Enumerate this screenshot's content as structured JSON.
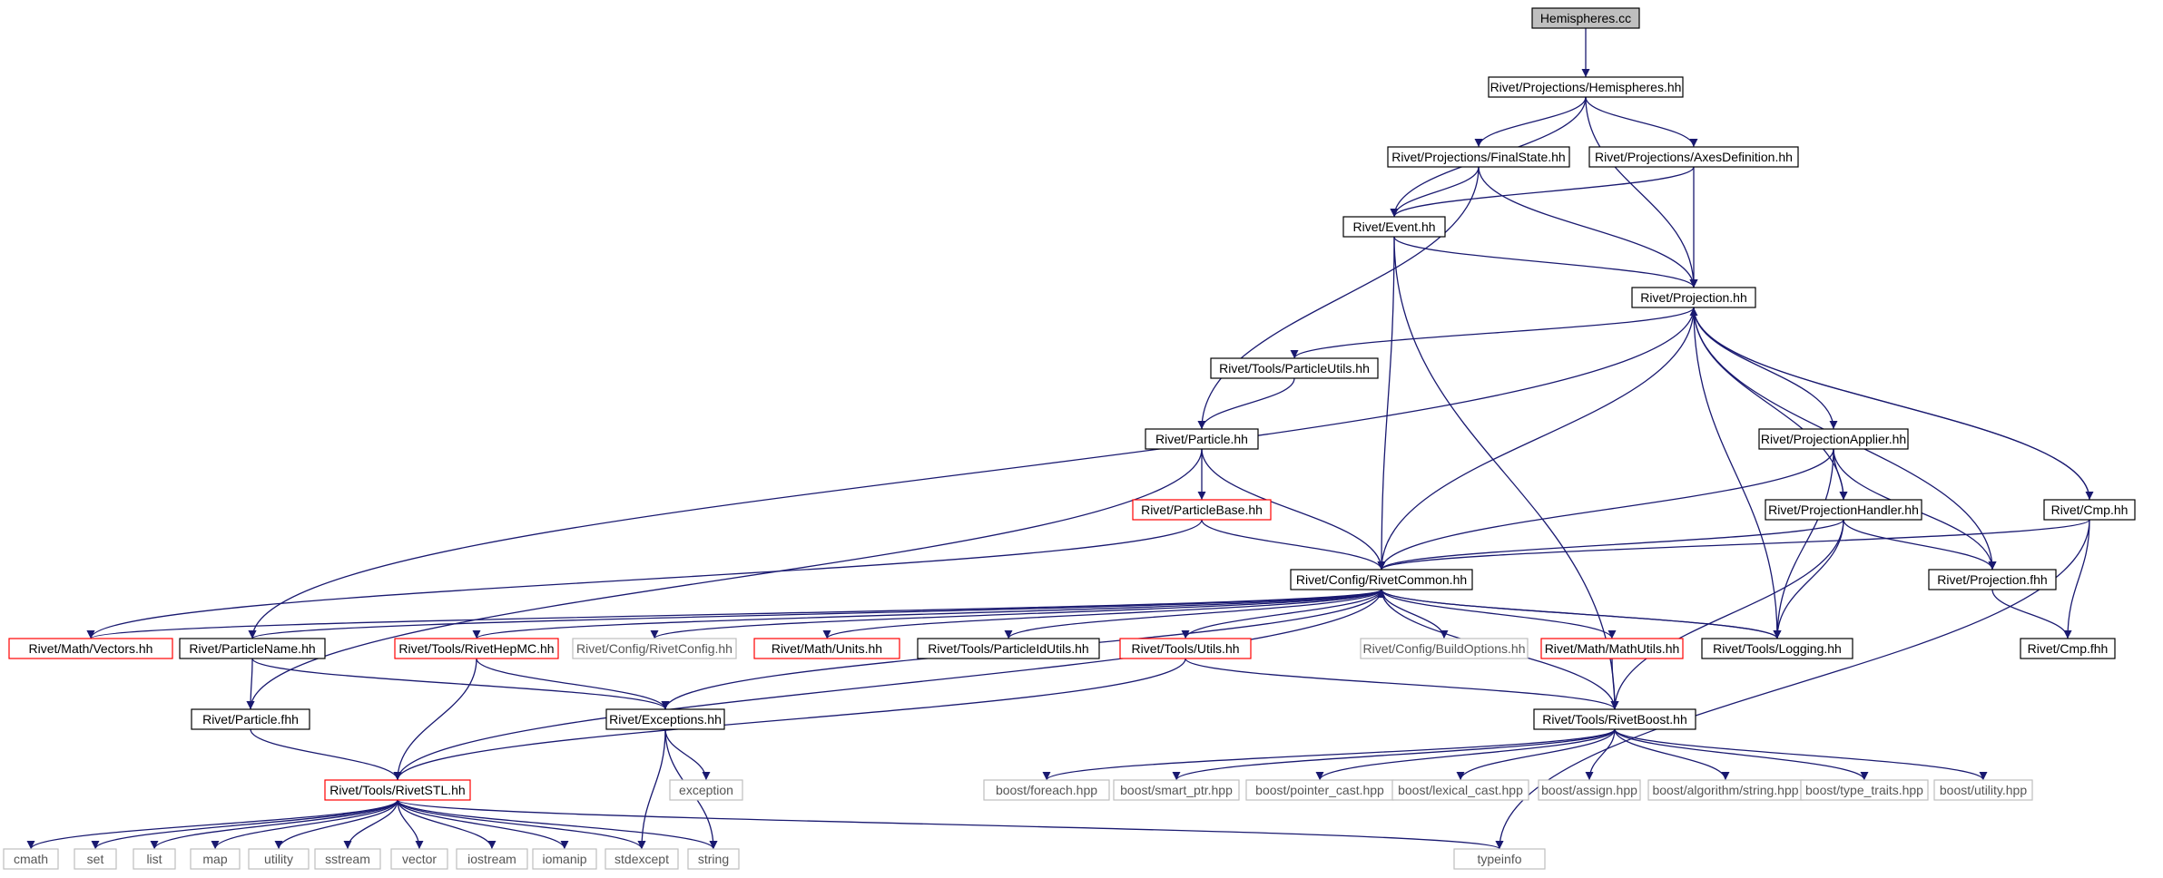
{
  "diagram_type": "include dependency graph",
  "colors": {
    "edge": "#191970",
    "root_fill": "#bfbfbf",
    "node_border": "#000000",
    "truncated_border": "#ff0000",
    "external_border": "#bfbfbf",
    "external_text": "#555555"
  },
  "nodes": [
    {
      "id": "n0",
      "label": "Hemispheres.cc",
      "kind": "root"
    },
    {
      "id": "n1",
      "label": "Rivet/Projections/Hemispheres.hh",
      "kind": "normal"
    },
    {
      "id": "n2",
      "label": "Rivet/Projections/FinalState.hh",
      "kind": "normal"
    },
    {
      "id": "n3",
      "label": "Rivet/Projections/AxesDefinition.hh",
      "kind": "normal"
    },
    {
      "id": "n4",
      "label": "Rivet/Event.hh",
      "kind": "normal"
    },
    {
      "id": "n5",
      "label": "Rivet/Projection.hh",
      "kind": "normal"
    },
    {
      "id": "n6",
      "label": "Rivet/Tools/ParticleUtils.hh",
      "kind": "normal"
    },
    {
      "id": "n7",
      "label": "Rivet/Particle.hh",
      "kind": "normal"
    },
    {
      "id": "n8",
      "label": "Rivet/ProjectionApplier.hh",
      "kind": "normal"
    },
    {
      "id": "n9",
      "label": "Rivet/ParticleBase.hh",
      "kind": "truncated"
    },
    {
      "id": "n10",
      "label": "Rivet/ProjectionHandler.hh",
      "kind": "normal"
    },
    {
      "id": "n11",
      "label": "Rivet/Cmp.hh",
      "kind": "normal"
    },
    {
      "id": "n12",
      "label": "Rivet/Config/RivetCommon.hh",
      "kind": "normal"
    },
    {
      "id": "n13",
      "label": "Rivet/Projection.fhh",
      "kind": "normal"
    },
    {
      "id": "n14",
      "label": "Rivet/Math/Vectors.hh",
      "kind": "truncated"
    },
    {
      "id": "n15",
      "label": "Rivet/ParticleName.hh",
      "kind": "normal"
    },
    {
      "id": "n16",
      "label": "Rivet/Tools/RivetHepMC.hh",
      "kind": "truncated"
    },
    {
      "id": "n17",
      "label": "Rivet/Config/RivetConfig.hh",
      "kind": "external"
    },
    {
      "id": "n18",
      "label": "Rivet/Math/Units.hh",
      "kind": "truncated"
    },
    {
      "id": "n19",
      "label": "Rivet/Tools/ParticleIdUtils.hh",
      "kind": "normal"
    },
    {
      "id": "n20",
      "label": "Rivet/Tools/Utils.hh",
      "kind": "truncated"
    },
    {
      "id": "n21",
      "label": "Rivet/Config/BuildOptions.hh",
      "kind": "external"
    },
    {
      "id": "n22",
      "label": "Rivet/Math/MathUtils.hh",
      "kind": "truncated"
    },
    {
      "id": "n23",
      "label": "Rivet/Tools/Logging.hh",
      "kind": "normal"
    },
    {
      "id": "n24",
      "label": "Rivet/Cmp.fhh",
      "kind": "normal"
    },
    {
      "id": "n25",
      "label": "Rivet/Particle.fhh",
      "kind": "normal"
    },
    {
      "id": "n26",
      "label": "Rivet/Exceptions.hh",
      "kind": "normal"
    },
    {
      "id": "n27",
      "label": "Rivet/Tools/RivetBoost.hh",
      "kind": "normal"
    },
    {
      "id": "n28",
      "label": "Rivet/Tools/RivetSTL.hh",
      "kind": "truncated"
    },
    {
      "id": "n29",
      "label": "exception",
      "kind": "external"
    },
    {
      "id": "n30",
      "label": "boost/foreach.hpp",
      "kind": "external"
    },
    {
      "id": "n31",
      "label": "boost/smart_ptr.hpp",
      "kind": "external"
    },
    {
      "id": "n32",
      "label": "boost/pointer_cast.hpp",
      "kind": "external"
    },
    {
      "id": "n33",
      "label": "boost/lexical_cast.hpp",
      "kind": "external"
    },
    {
      "id": "n34",
      "label": "boost/assign.hpp",
      "kind": "external"
    },
    {
      "id": "n35",
      "label": "boost/algorithm/string.hpp",
      "kind": "external"
    },
    {
      "id": "n36",
      "label": "boost/type_traits.hpp",
      "kind": "external"
    },
    {
      "id": "n37",
      "label": "boost/utility.hpp",
      "kind": "external"
    },
    {
      "id": "n38",
      "label": "cmath",
      "kind": "external"
    },
    {
      "id": "n39",
      "label": "set",
      "kind": "external"
    },
    {
      "id": "n40",
      "label": "list",
      "kind": "external"
    },
    {
      "id": "n41",
      "label": "map",
      "kind": "external"
    },
    {
      "id": "n42",
      "label": "utility",
      "kind": "external"
    },
    {
      "id": "n43",
      "label": "sstream",
      "kind": "external"
    },
    {
      "id": "n44",
      "label": "vector",
      "kind": "external"
    },
    {
      "id": "n45",
      "label": "iostream",
      "kind": "external"
    },
    {
      "id": "n46",
      "label": "iomanip",
      "kind": "external"
    },
    {
      "id": "n47",
      "label": "stdexcept",
      "kind": "external"
    },
    {
      "id": "n48",
      "label": "string",
      "kind": "external"
    },
    {
      "id": "n49",
      "label": "typeinfo",
      "kind": "external"
    }
  ],
  "edges": [
    [
      "n0",
      "n1"
    ],
    [
      "n1",
      "n2"
    ],
    [
      "n1",
      "n3"
    ],
    [
      "n1",
      "n4"
    ],
    [
      "n1",
      "n5"
    ],
    [
      "n2",
      "n4"
    ],
    [
      "n2",
      "n5"
    ],
    [
      "n2",
      "n7"
    ],
    [
      "n3",
      "n4"
    ],
    [
      "n3",
      "n5"
    ],
    [
      "n4",
      "n5"
    ],
    [
      "n4",
      "n12"
    ],
    [
      "n4",
      "n27"
    ],
    [
      "n5",
      "n6"
    ],
    [
      "n5",
      "n8"
    ],
    [
      "n5",
      "n10"
    ],
    [
      "n5",
      "n11"
    ],
    [
      "n5",
      "n12"
    ],
    [
      "n5",
      "n13"
    ],
    [
      "n5",
      "n23"
    ],
    [
      "n5",
      "n15"
    ],
    [
      "n6",
      "n7"
    ],
    [
      "n7",
      "n9"
    ],
    [
      "n7",
      "n12"
    ],
    [
      "n7",
      "n25"
    ],
    [
      "n8",
      "n10"
    ],
    [
      "n8",
      "n12"
    ],
    [
      "n8",
      "n13"
    ],
    [
      "n8",
      "n23"
    ],
    [
      "n9",
      "n12"
    ],
    [
      "n9",
      "n14"
    ],
    [
      "n10",
      "n12"
    ],
    [
      "n10",
      "n13"
    ],
    [
      "n10",
      "n23"
    ],
    [
      "n10",
      "n27"
    ],
    [
      "n11",
      "n5"
    ],
    [
      "n11",
      "n12"
    ],
    [
      "n11",
      "n24"
    ],
    [
      "n11",
      "n49"
    ],
    [
      "n12",
      "n14"
    ],
    [
      "n12",
      "n15"
    ],
    [
      "n12",
      "n16"
    ],
    [
      "n12",
      "n17"
    ],
    [
      "n12",
      "n18"
    ],
    [
      "n12",
      "n19"
    ],
    [
      "n12",
      "n20"
    ],
    [
      "n12",
      "n21"
    ],
    [
      "n12",
      "n22"
    ],
    [
      "n12",
      "n23"
    ],
    [
      "n12",
      "n26"
    ],
    [
      "n12",
      "n27"
    ],
    [
      "n12",
      "n28"
    ],
    [
      "n13",
      "n24"
    ],
    [
      "n15",
      "n25"
    ],
    [
      "n15",
      "n26"
    ],
    [
      "n16",
      "n26"
    ],
    [
      "n16",
      "n28"
    ],
    [
      "n20",
      "n27"
    ],
    [
      "n20",
      "n28"
    ],
    [
      "n22",
      "n27"
    ],
    [
      "n23",
      "n12"
    ],
    [
      "n25",
      "n28"
    ],
    [
      "n26",
      "n29"
    ],
    [
      "n26",
      "n47"
    ],
    [
      "n26",
      "n48"
    ],
    [
      "n27",
      "n30"
    ],
    [
      "n27",
      "n31"
    ],
    [
      "n27",
      "n32"
    ],
    [
      "n27",
      "n33"
    ],
    [
      "n27",
      "n34"
    ],
    [
      "n27",
      "n35"
    ],
    [
      "n27",
      "n36"
    ],
    [
      "n27",
      "n37"
    ],
    [
      "n28",
      "n38"
    ],
    [
      "n28",
      "n39"
    ],
    [
      "n28",
      "n40"
    ],
    [
      "n28",
      "n41"
    ],
    [
      "n28",
      "n42"
    ],
    [
      "n28",
      "n43"
    ],
    [
      "n28",
      "n44"
    ],
    [
      "n28",
      "n45"
    ],
    [
      "n28",
      "n46"
    ],
    [
      "n28",
      "n47"
    ],
    [
      "n28",
      "n48"
    ],
    [
      "n28",
      "n49"
    ]
  ]
}
